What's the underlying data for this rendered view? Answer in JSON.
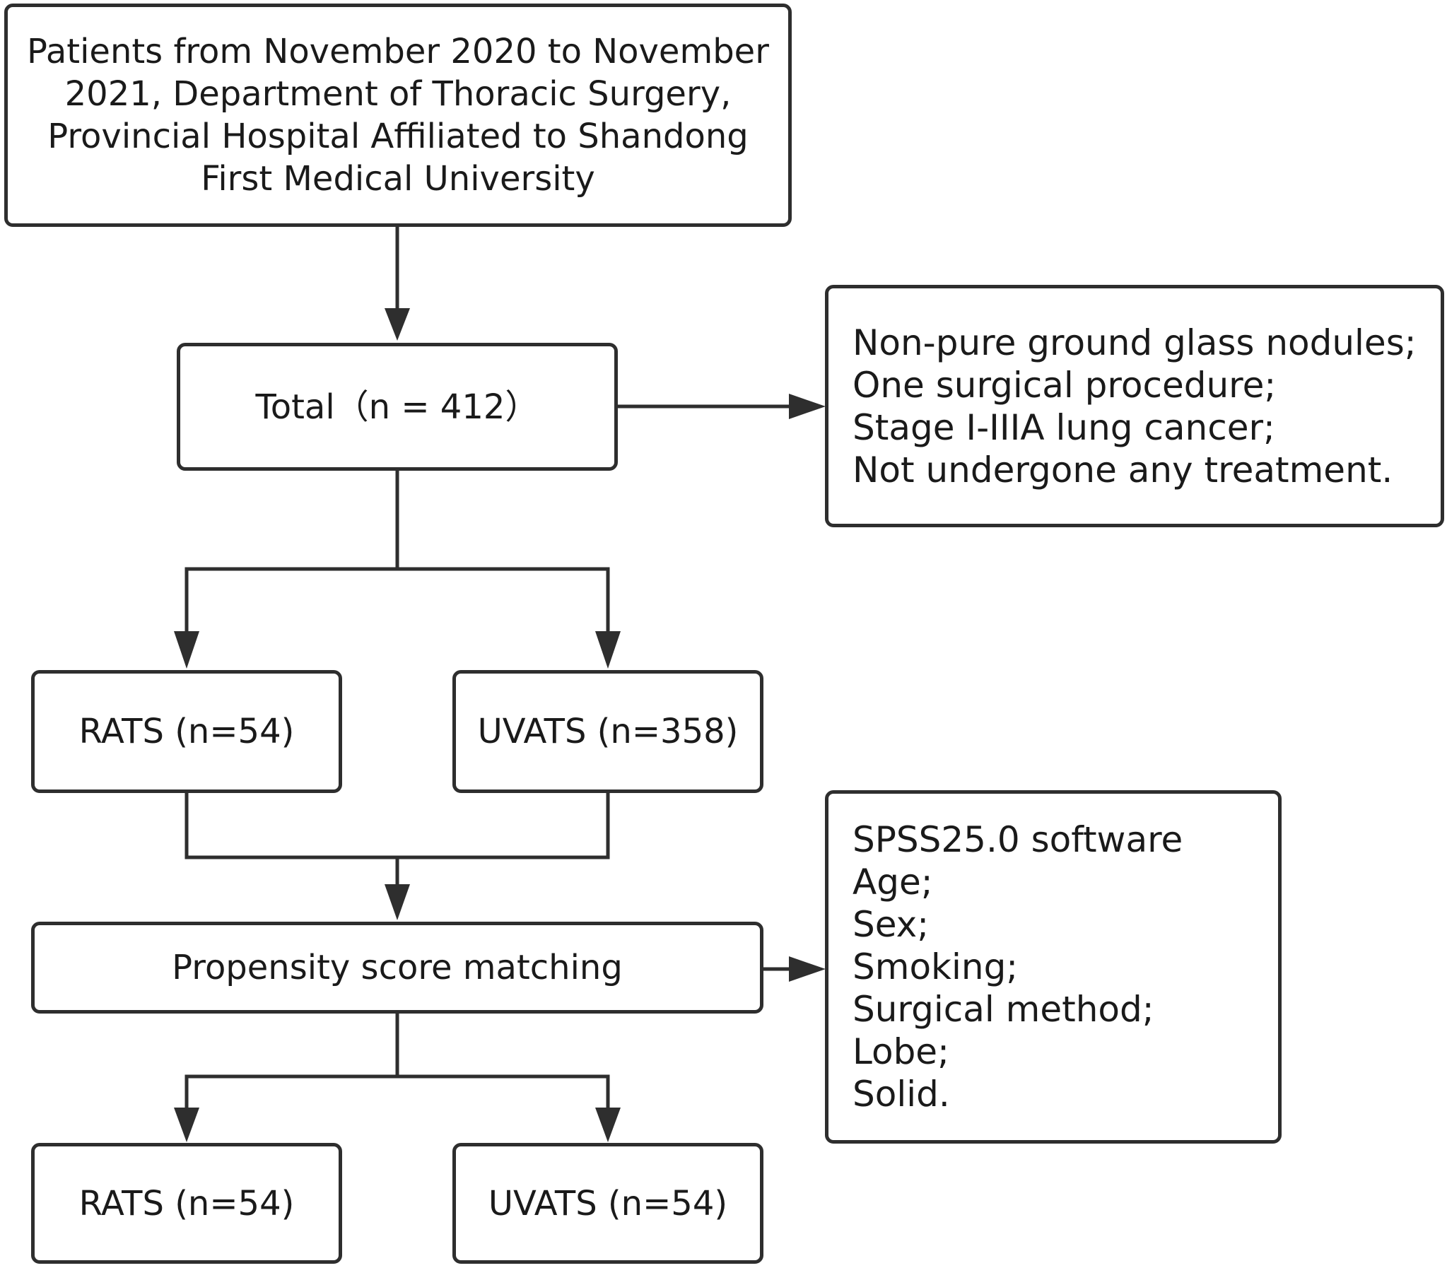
{
  "source": {
    "lines": [
      "Patients from November 2020 to November",
      "2021, Department of Thoracic Surgery,",
      "Provincial Hospital Affiliated to Shandong",
      "First Medical University"
    ]
  },
  "total": {
    "label": "Total（n = 412）"
  },
  "inclusion": {
    "lines": [
      "Non-pure ground glass nodules;",
      "One surgical procedure;",
      "Stage I-IIIA lung cancer;",
      "Not undergone any treatment."
    ]
  },
  "groups_before": {
    "rats": "RATS (n=54)",
    "uvats": "UVATS (n=358)"
  },
  "psm": {
    "label": "Propensity score matching"
  },
  "matching_criteria": {
    "lines": [
      "SPSS25.0 software",
      "Age;",
      "Sex;",
      "Smoking;",
      "Surgical method;",
      "Lobe;",
      "Solid."
    ]
  },
  "groups_after": {
    "rats": "RATS (n=54)",
    "uvats": "UVATS (n=54)"
  },
  "colors": {
    "stroke": "#2e2e2e",
    "text": "#1a1a1a",
    "background": "#ffffff"
  }
}
